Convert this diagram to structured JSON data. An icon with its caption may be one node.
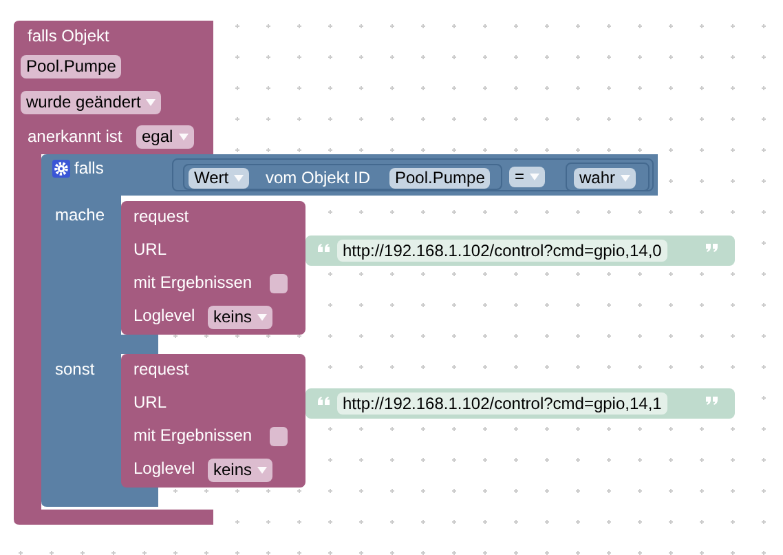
{
  "diagram": {
    "nodes": [
      {
        "text": [
          "falls Objekt",
          "anerkannt ist"
        ]
      },
      {
        "text": [
          "Pool.Pumpe"
        ],
        "in": 0
      },
      {
        "text": [
          "wurde geändert"
        ],
        "in": 0
      },
      {
        "text": [
          "egal"
        ],
        "in": 0
      },
      {
        "text": [
          "falls",
          "mache",
          "sonst"
        ]
      },
      {
        "text": [],
        "shape": "box",
        "in": 4
      },
      {
        "text": [
          "vom Objekt ID"
        ],
        "in": 5
      },
      {
        "text": [
          "Wert"
        ],
        "in": 6
      },
      {
        "text": [
          "Pool.Pumpe"
        ],
        "in": 6
      },
      {
        "text": [
          "="
        ],
        "in": 5
      },
      {
        "text": [],
        "shape": "box",
        "in": 5
      },
      {
        "text": [
          "wahr"
        ],
        "in": 10
      },
      {
        "text": [
          "request",
          "URL",
          "mit Ergebnissen",
          "Loglevel"
        ],
        "in": 4
      },
      {
        "text": [
          "keins"
        ],
        "in": 12
      },
      {
        "text": [],
        "shape": "box"
      },
      {
        "text": [
          "http://192.168.1.102/control?cmd=gpio,14,0"
        ],
        "in": 14
      },
      {
        "text": [
          "request",
          "URL",
          "mit Ergebnissen",
          "Loglevel"
        ],
        "in": 4
      },
      {
        "text": [
          "keins"
        ],
        "in": 16
      },
      {
        "text": [],
        "shape": "box"
      },
      {
        "text": [
          "http://192.168.1.102/control?cmd=gpio,14,1"
        ],
        "in": 18
      }
    ]
  }
}
